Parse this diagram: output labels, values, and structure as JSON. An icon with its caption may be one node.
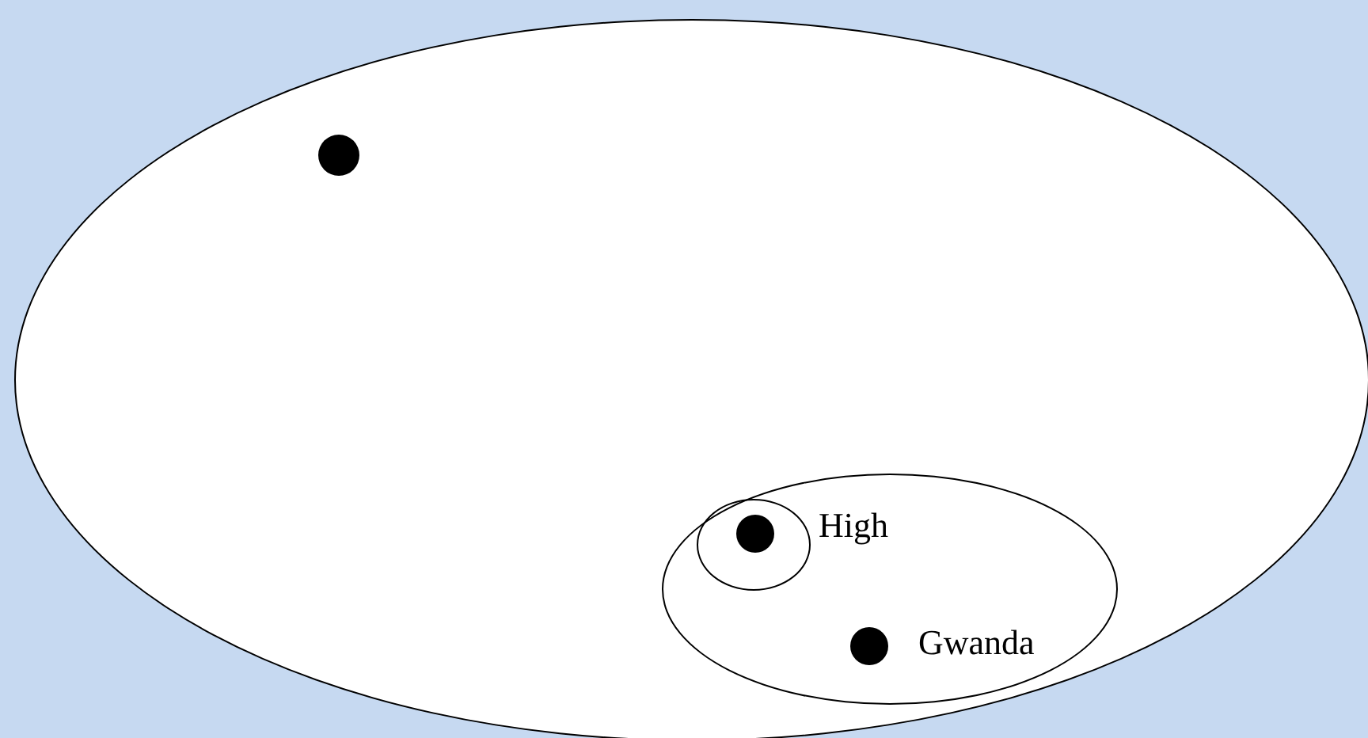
{
  "diagram": {
    "nodes": [
      {
        "text": [],
        "shape": "ellipse"
      },
      {
        "text": [],
        "shape": "circle",
        "in": 0
      },
      {
        "text": [],
        "shape": "ellipse",
        "in": 0
      },
      {
        "text": [],
        "shape": "ellipse",
        "in": 2
      },
      {
        "text": [],
        "shape": "circle",
        "in": 3
      },
      {
        "text": [],
        "shape": "circle",
        "in": 2
      }
    ],
    "labels": [
      "High",
      "Gwanda"
    ]
  }
}
